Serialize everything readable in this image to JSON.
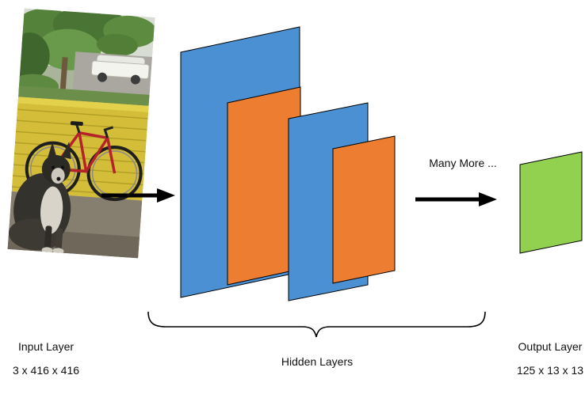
{
  "diagram": {
    "input": {
      "title": "Input Layer",
      "dims": "3 x 416 x 416"
    },
    "hidden": {
      "label": "Hidden Layers",
      "many_more": "Many More ..."
    },
    "output": {
      "title": "Output Layer",
      "dims": "125 x 13 x 13"
    }
  },
  "colors": {
    "hidden_layer_blue": "#4A90D2",
    "hidden_layer_orange": "#ED7D31",
    "output_layer_green": "#92D050"
  }
}
